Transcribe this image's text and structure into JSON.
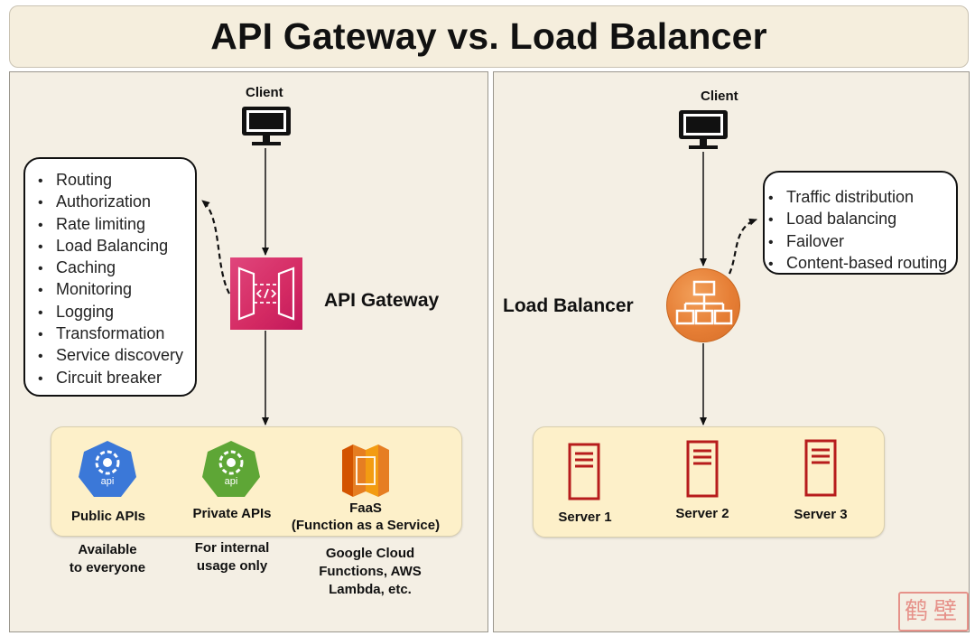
{
  "title": "API Gateway vs. Load Balancer",
  "api_gateway_side": {
    "client_label": "Client",
    "gateway_label": "API Gateway",
    "features": [
      "Routing",
      "Authorization",
      "Rate limiting",
      "Load Balancing",
      "Caching",
      "Monitoring",
      "Logging",
      "Transformation",
      "Service discovery",
      "Circuit breaker"
    ],
    "services": [
      {
        "label": "Public APIs",
        "note": "Available\nto everyone",
        "icon_text": "api",
        "color": "#3b78d8"
      },
      {
        "label": "Private APIs",
        "note": "For internal\nusage only",
        "icon_text": "api",
        "color": "#5ea636"
      },
      {
        "label": "FaaS\n(Function as a Service)",
        "note": "Google Cloud\nFunctions, AWS\nLambda, etc.",
        "color": "#e67e22"
      }
    ]
  },
  "load_balancer_side": {
    "client_label": "Client",
    "balancer_label": "Load Balancer",
    "features": [
      "Traffic distribution",
      "Load balancing",
      "Failover",
      "Content-based routing"
    ],
    "servers": [
      "Server 1",
      "Server 2",
      "Server 3"
    ],
    "server_color": "#b71c1c"
  },
  "watermark": "鹤壁",
  "colors": {
    "title_bg": "#f5eedd",
    "panel_bg": "#f4efe4",
    "services_bg": "#fdf0c9",
    "gateway_icon": "#d42a63",
    "balancer_icon": "#e67e35"
  }
}
